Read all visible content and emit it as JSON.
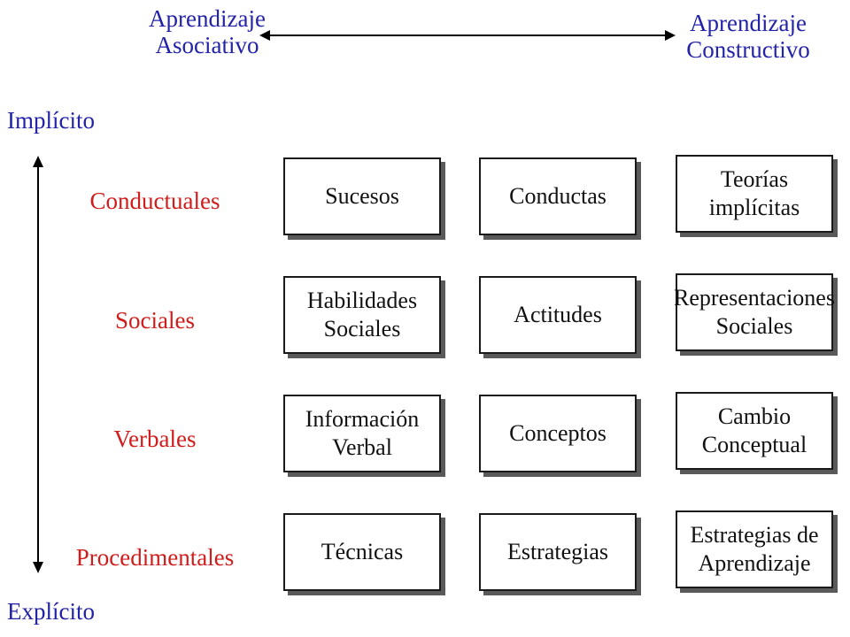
{
  "top_axis": {
    "left_label": "Aprendizaje\nAsociativo",
    "right_label": "Aprendizaje\nConstructivo"
  },
  "side_axis": {
    "top_label": "Implícito",
    "bottom_label": "Explícito"
  },
  "rows": [
    {
      "label": "Conductuales",
      "cells": [
        "Sucesos",
        "Conductas",
        "Teorías implícitas"
      ]
    },
    {
      "label": "Sociales",
      "cells": [
        "Habilidades\nSociales",
        "Actitudes",
        "Representaciones\nSociales"
      ]
    },
    {
      "label": "Verbales",
      "cells": [
        "Información\nVerbal",
        "Conceptos",
        "Cambio\nConceptual"
      ]
    },
    {
      "label": "Procedimentales",
      "cells": [
        "Técnicas",
        "Estrategias",
        "Estrategias de\nAprendizaje"
      ]
    }
  ],
  "colors": {
    "axis_text": "#2323a8",
    "row_text": "#d11c1c",
    "box_border": "#1a1a1a",
    "box_shadow": "#5a5a5a"
  }
}
